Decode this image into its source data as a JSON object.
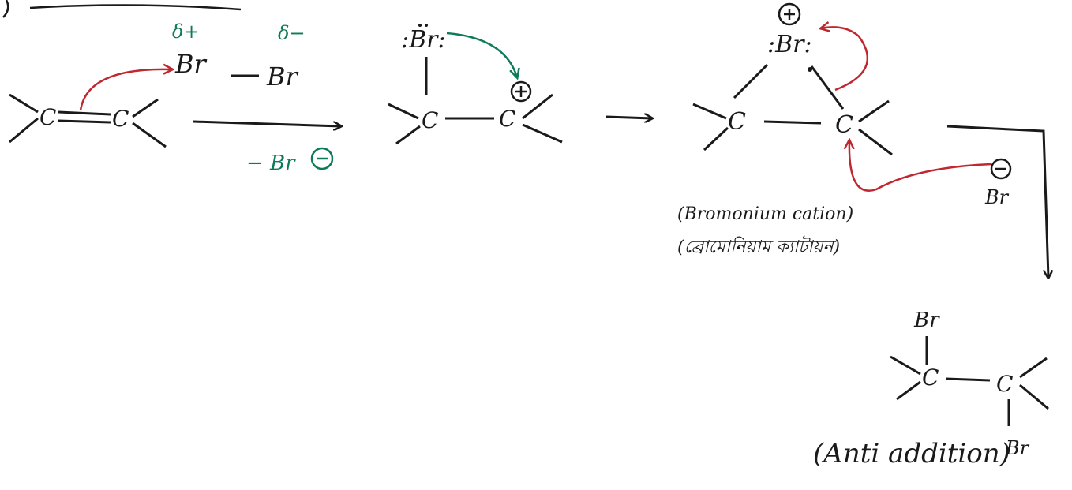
{
  "colors": {
    "ink": "#1a1a1a",
    "green": "#0f7a5a",
    "red": "#c0282f"
  },
  "labels": {
    "delta_plus": "δ+",
    "delta_minus": "δ−",
    "br": "Br",
    "c": "C",
    "minus_br": "− Br",
    "bromonium_en": "(Bromonium cation)",
    "bromonium_bn": "(ব্রোমোনিয়াম ক্যাটায়ন)",
    "anti_addition": "(Anti addition)"
  }
}
